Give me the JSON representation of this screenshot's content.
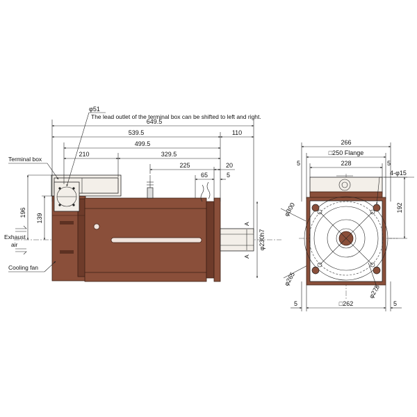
{
  "annotations": {
    "lead_outlet": "The lead outlet of the terminal box can be shifted to left and right.",
    "terminal_box": "Terminal box",
    "exhaust_air_1": "Exhaust",
    "exhaust_air_2": "air",
    "cooling_fan": "Cooling fan",
    "section_a": "A"
  },
  "side_view": {
    "dia_51": "φ51",
    "dim_649_5": "649.5",
    "dim_539_5": "539.5",
    "dim_110": "110",
    "dim_499_5": "499.5",
    "dim_210": "210",
    "dim_329_5": "329.5",
    "dim_225": "225",
    "dim_20": "20",
    "dim_65": "65",
    "dim_5": "5",
    "dim_196": "196",
    "dim_139": "139",
    "dia_230h7": "φ230h7",
    "dia_300": "φ300",
    "dia_265": "φ265"
  },
  "front_view": {
    "dim_266": "266",
    "flange": "□250 Flange",
    "dim_5_left": "5",
    "dim_228": "228",
    "dim_5_right": "5",
    "holes": "4-φ15",
    "dim_192": "192",
    "dia_275": "φ275",
    "dim_5_bottom_left": "5",
    "square_262": "□262",
    "dim_5_bottom_right": "5"
  }
}
